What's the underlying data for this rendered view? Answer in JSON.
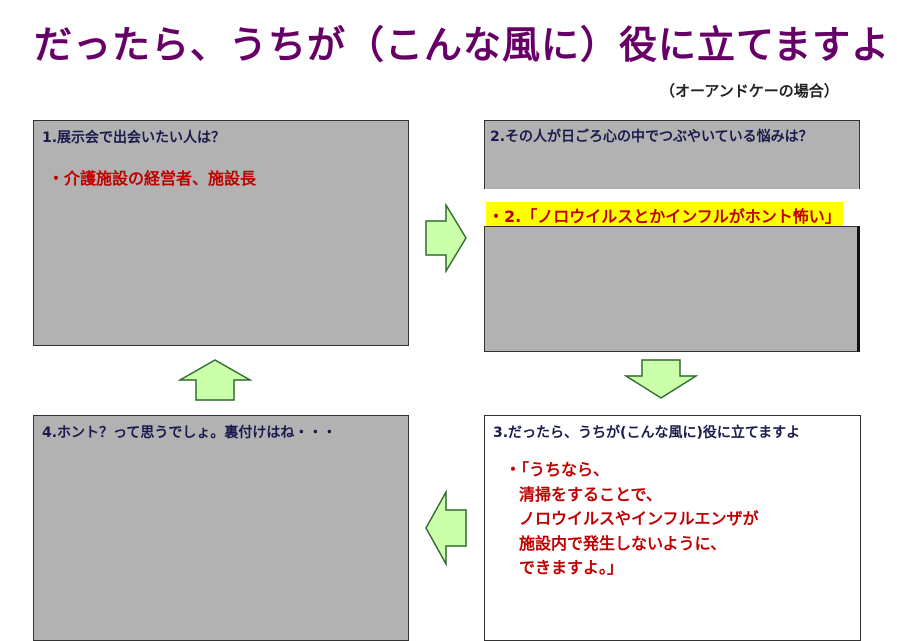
{
  "title": "だったら、うちが（こんな風に）役に立てますよ",
  "subtitle": "（オーアンドケーの場合）",
  "boxes": [
    {
      "heading": "1.展示会で出会いたい人は？",
      "bullet": "・介護施設の経営者、施設長"
    },
    {
      "heading": "2.その人が日ごろ心の中でつぶやいている悩みは？",
      "bullet": "・2.「ノロウイルスとかインフルがホント怖い」"
    },
    {
      "heading": "3.だったら、うちが(こんな風に)役に立てますよ",
      "lines": [
        "・「うちなら、",
        "清掃をすることで、",
        "ノロウイルスやインフルエンザが",
        "施設内で発生しないように、",
        "できますよ。」"
      ]
    },
    {
      "heading": "4.ホント？って思うでしょ。裏付けはね・・・"
    }
  ],
  "colors": {
    "title": "#660066",
    "highlight": "#ffff00",
    "accent": "#c00000",
    "arrow_fill": "#ccffaa"
  }
}
